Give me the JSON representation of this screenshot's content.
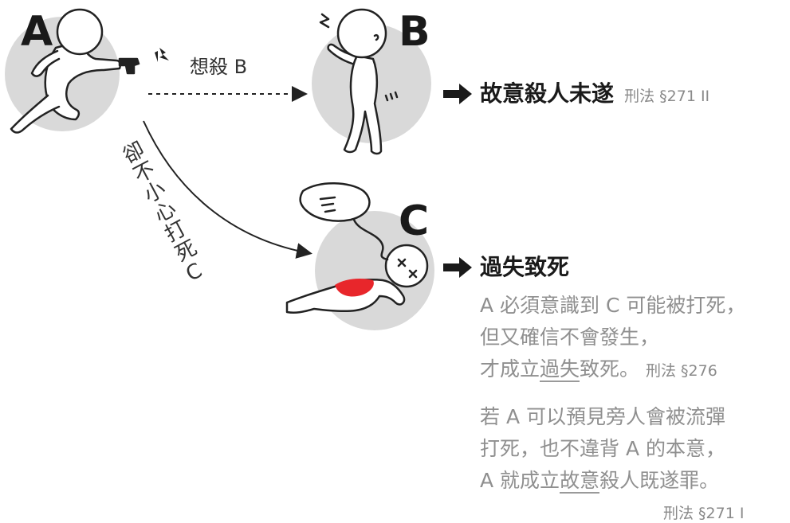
{
  "labels": {
    "a": "A",
    "b": "B",
    "c": "C"
  },
  "intent_label": "想殺 B",
  "accident_label": [
    "卻",
    "不",
    "小",
    "心",
    "打",
    "死",
    "C"
  ],
  "result_b": {
    "title": "故意殺人未遂",
    "law": "刑法 §271 II"
  },
  "result_c": {
    "title": "過失致死",
    "note1": {
      "line1": "A 必須意識到 C 可能被打死，",
      "line2": "但又確信不會發生，",
      "line3_pre": "才成立",
      "line3_ul": "過失",
      "line3_post": "致死。",
      "law": "刑法 §276"
    },
    "note2": {
      "line1": "若 A 可以預見旁人會被流彈",
      "line2": "打死，也不違背 A 的本意，",
      "line3_pre": "A 就成立",
      "line3_ul": "故意",
      "line3_post": "殺人既遂罪。",
      "law": "刑法 §271 I"
    }
  },
  "colors": {
    "circle": "#d9d9d9",
    "blood": "#e8262b",
    "text_gray": "#8f8f8f"
  }
}
